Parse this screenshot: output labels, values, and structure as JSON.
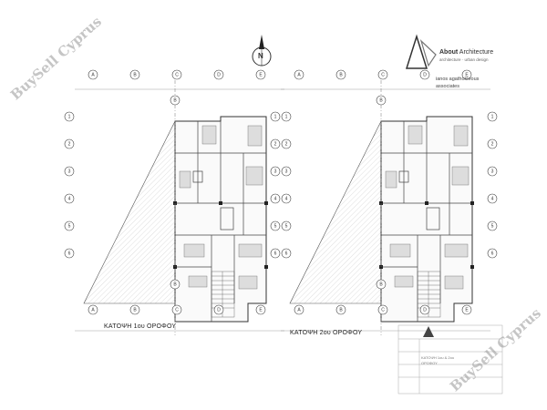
{
  "watermark": {
    "text": "BuySell Cyprus"
  },
  "north_arrow": {
    "letter": "N"
  },
  "brand": {
    "name_part1": "About",
    "name_part2": " Architecture",
    "tagline": "architecture · urban design",
    "associates_line1": "ianos agathokleous",
    "associates_line2": "associates"
  },
  "plans": [
    {
      "title": "ΚΑΤΟΨΗ 1ου ΟΡΟΦΟΥ"
    },
    {
      "title": "ΚΑΤΟΨΗ 2ου ΟΡΟΦΟΥ"
    }
  ],
  "grid_letters": [
    "A",
    "B",
    "C",
    "D",
    "E"
  ],
  "grid_numbers": [
    "1",
    "2",
    "3",
    "4",
    "5",
    "6"
  ],
  "section_marks": [
    "B",
    "B"
  ],
  "title_block": {
    "drawing_title_line1": "ΚΑΤΟΨΗ 1ου & 2ου",
    "drawing_title_line2": "ΟΡΟΦΟΥ"
  },
  "colors": {
    "line": "#4a4a4a",
    "watermark": "#9a9a9a"
  }
}
